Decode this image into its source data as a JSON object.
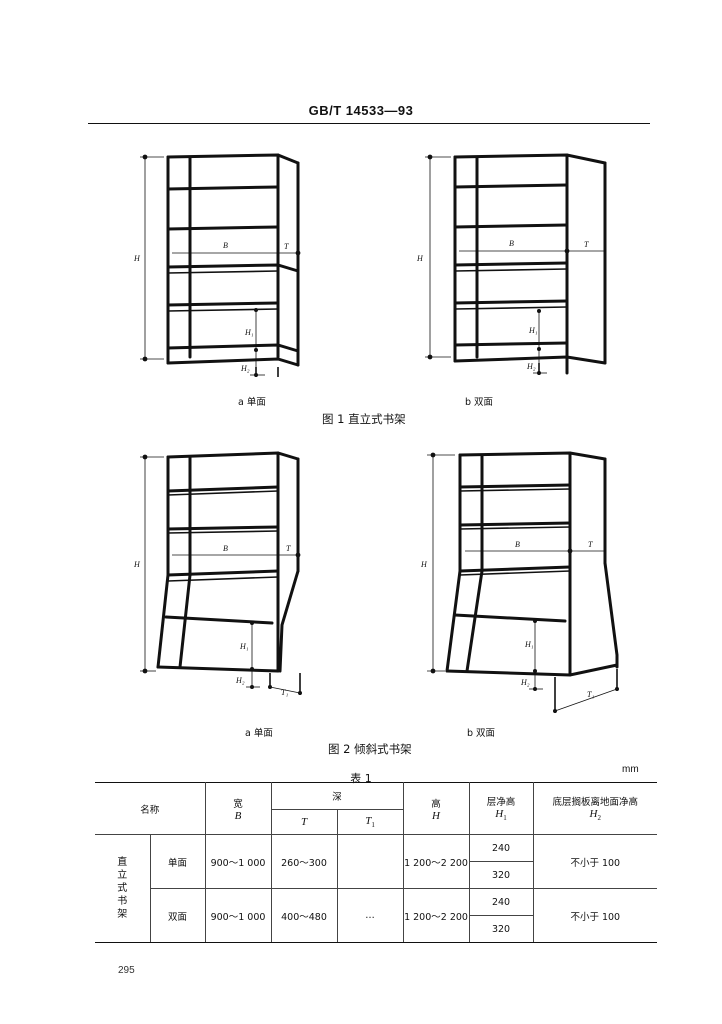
{
  "header": {
    "standard_number": "GB/T 14533—93"
  },
  "figure1": {
    "caption": "图 1   直立式书架",
    "sub_a": "a   单面",
    "sub_b": "b   双面",
    "labels": {
      "H": "H",
      "B": "B",
      "T": "T",
      "H1": "H₁",
      "H2": "H₂"
    }
  },
  "figure2": {
    "caption": "图 2   倾斜式书架",
    "sub_a": "a   单面",
    "sub_b": "b   双面",
    "labels": {
      "H": "H",
      "B": "B",
      "T": "T",
      "T1": "T₁",
      "H1": "H₁",
      "H2": "H₂"
    }
  },
  "table": {
    "caption": "表 1",
    "unit": "mm",
    "headers": {
      "name": "名称",
      "width": "宽",
      "width_sym": "B",
      "depth": "深",
      "depth_t": "T",
      "depth_t1_base": "T",
      "depth_t1_sub": "1",
      "height": "高",
      "height_sym": "H",
      "clear": "层净高",
      "clear_sym_base": "H",
      "clear_sym_sub": "1",
      "bottom": "底层搁板离地面净高",
      "bottom_sym_base": "H",
      "bottom_sym_sub": "2"
    },
    "group_label": "直立式书架",
    "rows": [
      {
        "type": "单面",
        "width": "900～1 000",
        "depth_t": "260～300",
        "depth_t1": "",
        "height": "1 200～2 200",
        "clear_a": "240",
        "clear_b": "320",
        "bottom": "不小于 100"
      },
      {
        "type": "双面",
        "width": "900～1 000",
        "depth_t": "400～480",
        "depth_t1": "…",
        "height": "1 200～2 200",
        "clear_a": "240",
        "clear_b": "320",
        "bottom": "不小于 100"
      }
    ]
  },
  "page_number": "295"
}
